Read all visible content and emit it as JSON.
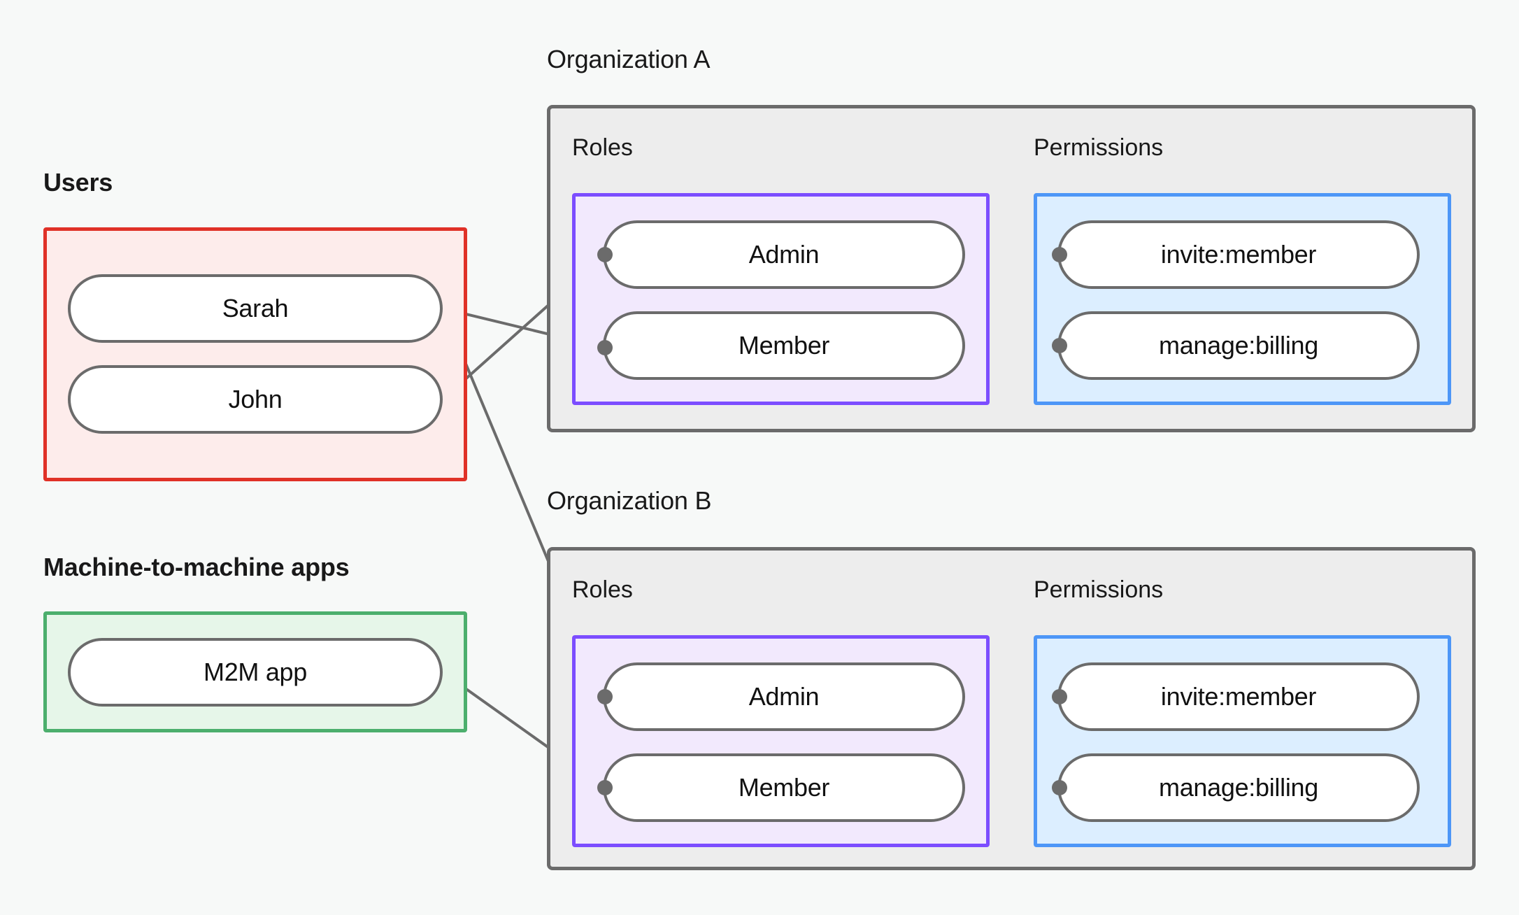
{
  "diagram": {
    "title_visible": false,
    "background_color": "#f7f9f8"
  },
  "colors": {
    "users_border": "#e03127",
    "users_fill": "#fdeceb",
    "m2m_border": "#4caf6d",
    "m2m_fill": "#e6f6e9",
    "org_border": "#6b6b6b",
    "org_fill": "#ededed",
    "roles_border": "#7c4dff",
    "roles_fill": "#f2e9fd",
    "permissions_border": "#4d96f7",
    "permissions_fill": "#dceeff",
    "node_border": "#6b6b6b",
    "node_fill": "#ffffff",
    "edge": "#6b6b6b",
    "text": "#191919"
  },
  "left_column": {
    "users_group": {
      "caption": "Users",
      "nodes": [
        {
          "id": "sarah",
          "label": "Sarah"
        },
        {
          "id": "john",
          "label": "John"
        }
      ]
    },
    "m2m_group": {
      "caption": "Machine-to-machine apps",
      "nodes": [
        {
          "id": "m2m-app",
          "label": "M2M app"
        }
      ]
    }
  },
  "organizations": [
    {
      "id": "org-a",
      "caption": "Organization A",
      "roles": {
        "caption": "Roles",
        "nodes": [
          {
            "id": "orga-admin",
            "label": "Admin"
          },
          {
            "id": "orga-member",
            "label": "Member"
          }
        ]
      },
      "permissions": {
        "caption": "Permissions",
        "nodes": [
          {
            "id": "orga-invite",
            "label": "invite:member"
          },
          {
            "id": "orga-billing",
            "label": "manage:billing"
          }
        ]
      }
    },
    {
      "id": "org-b",
      "caption": "Organization B",
      "roles": {
        "caption": "Roles",
        "nodes": [
          {
            "id": "orgb-admin",
            "label": "Admin"
          },
          {
            "id": "orgb-member",
            "label": "Member"
          }
        ]
      },
      "permissions": {
        "caption": "Permissions",
        "nodes": [
          {
            "id": "orgb-invite",
            "label": "invite:member"
          },
          {
            "id": "orgb-billing",
            "label": "manage:billing"
          }
        ]
      }
    }
  ],
  "connections": [
    {
      "from": "sarah",
      "to": "orga-member"
    },
    {
      "from": "sarah",
      "to": "orgb-admin"
    },
    {
      "from": "john",
      "to": "orga-admin"
    },
    {
      "from": "m2m-app",
      "to": "orgb-member"
    },
    {
      "from": "orga-admin",
      "to": "orga-invite"
    },
    {
      "from": "orga-admin",
      "to": "orga-billing"
    },
    {
      "from": "orga-member",
      "to": "orga-billing"
    },
    {
      "from": "orgb-admin",
      "to": "orgb-invite"
    },
    {
      "from": "orgb-admin",
      "to": "orgb-billing"
    },
    {
      "from": "orgb-member",
      "to": "orgb-billing"
    }
  ]
}
